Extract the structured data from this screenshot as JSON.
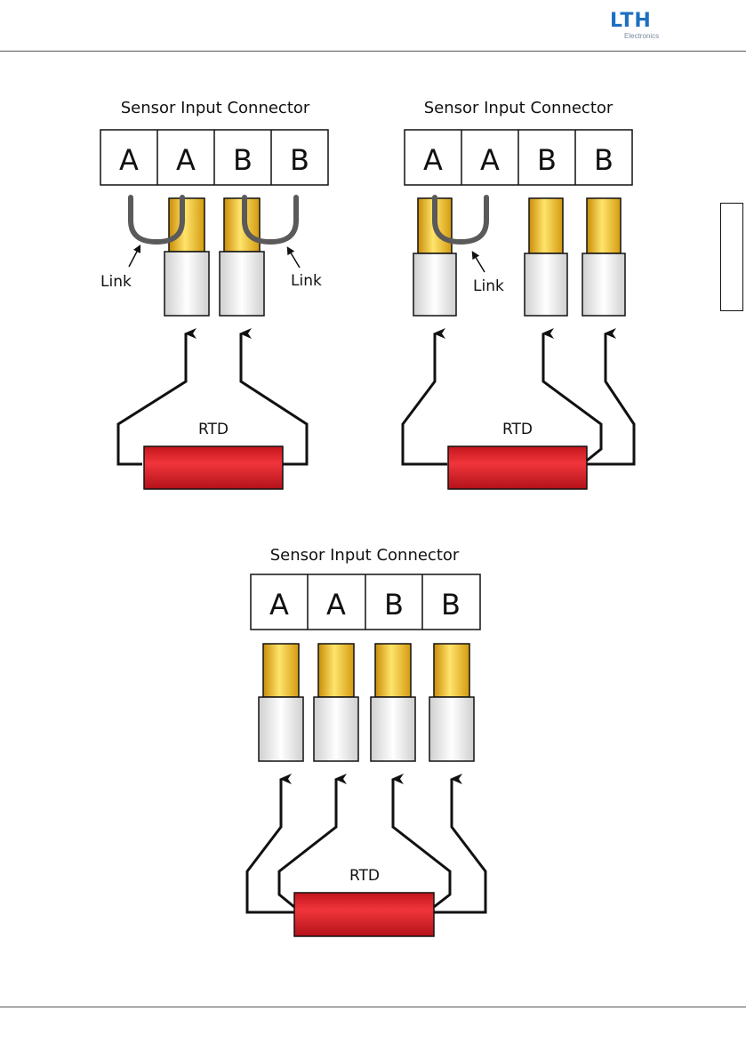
{
  "header": {
    "logo_text": "LTH",
    "logo_subtext": "Electronics"
  },
  "diagrams": [
    {
      "title": "Sensor Input Connector",
      "terminals": [
        "A",
        "A",
        "B",
        "B"
      ],
      "link_labels": [
        "Link",
        "Link"
      ],
      "element_label": "RTD"
    },
    {
      "title": "Sensor Input Connector",
      "terminals": [
        "A",
        "A",
        "B",
        "B"
      ],
      "link_labels": [
        "Link"
      ],
      "element_label": "RTD"
    },
    {
      "title": "Sensor Input Connector",
      "terminals": [
        "A",
        "A",
        "B",
        "B"
      ],
      "link_labels": [],
      "element_label": "RTD"
    }
  ],
  "colors": {
    "rtd": "#e41e26",
    "pin": "#f2c21a",
    "link": "#555555",
    "logo": "#1f6fc1"
  }
}
